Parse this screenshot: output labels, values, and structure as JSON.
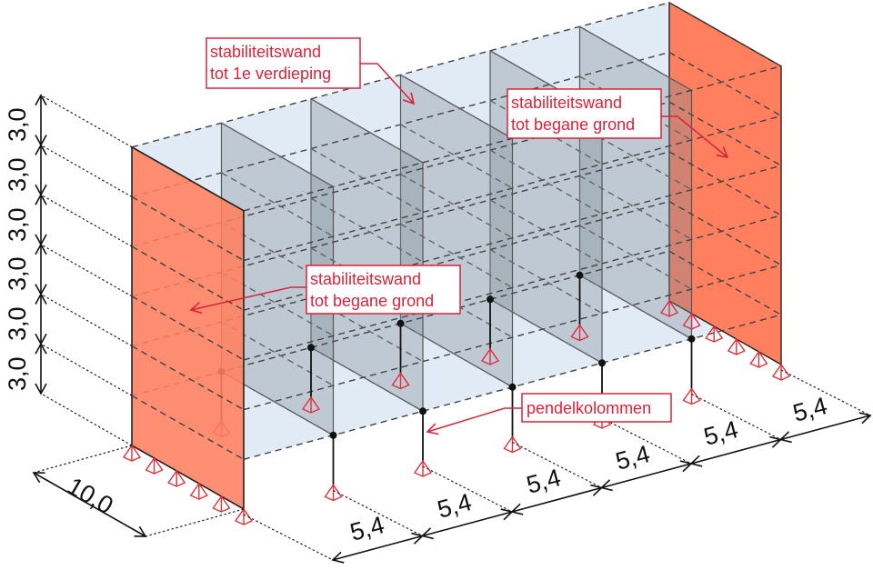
{
  "labels": {
    "wall_first_floor": {
      "line1": "stabiliteitswand",
      "line2": "tot 1e verdieping"
    },
    "wall_ground_right": {
      "line1": "stabiliteitswand",
      "line2": "tot begane grond"
    },
    "wall_ground_left": {
      "line1": "stabiliteitswand",
      "line2": "tot begane grond"
    },
    "columns": {
      "line1": "pendelkolommen"
    }
  },
  "dimensions": {
    "floor_heights": [
      "3,0",
      "3,0",
      "3,0",
      "3,0",
      "3,0",
      "3,0"
    ],
    "depth": "10,0",
    "bays": [
      "5,4",
      "5,4",
      "5,4",
      "5,4",
      "5,4",
      "5,4"
    ]
  },
  "colors": {
    "stability_wall": "#ff7f5e",
    "inner_wall": "#7d8a96",
    "floor": "#dbe8f3",
    "annotation": "#d9233a",
    "support": "#e0303a"
  }
}
